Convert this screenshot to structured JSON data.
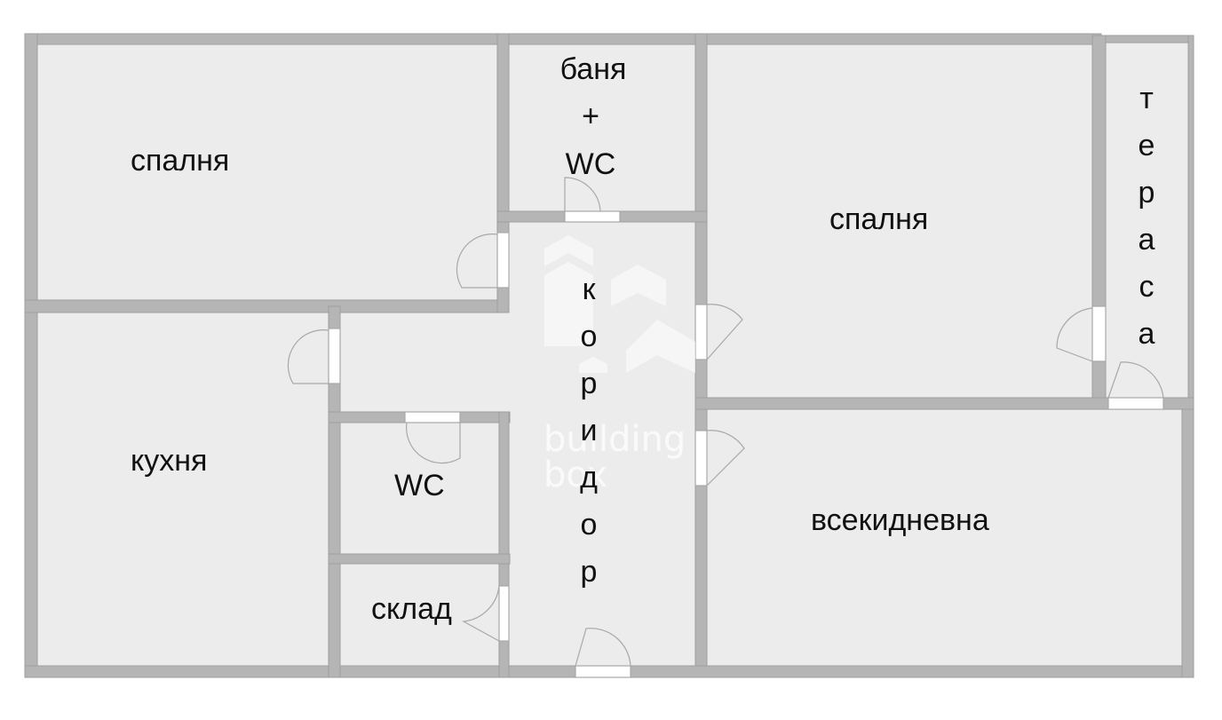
{
  "plan": {
    "colors": {
      "wall": "#b5b5b5",
      "wall_edge": "#9e9e9e",
      "floor": "#ececec",
      "door_leaf": "#ffffff",
      "door_arc": "#a8a8a8",
      "text": "#111111"
    },
    "rooms": {
      "bedroom_left": "спалня",
      "bathroom_line1": "баня",
      "bathroom_line2": "+",
      "bathroom_line3": "WC",
      "bedroom_right": "спалня",
      "terrace_letters": [
        "т",
        "е",
        "р",
        "а",
        "с",
        "а"
      ],
      "kitchen": "кухня",
      "wc": "WC",
      "storage": "склад",
      "corridor_letters": [
        "к",
        "о",
        "р",
        "и",
        "д",
        "о",
        "р"
      ],
      "living_room": "всекидневна"
    },
    "watermark": {
      "line1": "building",
      "line2": "box"
    }
  }
}
